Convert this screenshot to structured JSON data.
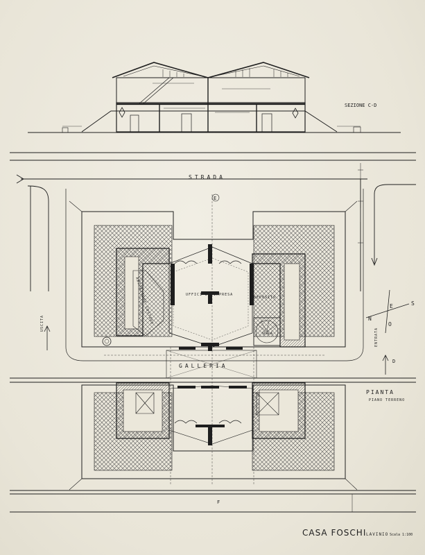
{
  "section": {
    "label": "SEZIONE C-D"
  },
  "plan": {
    "street": "STRADA",
    "gallery": "GALLERIA",
    "plan_title": "PIANTA",
    "plan_subtitle": "PIANO TERRENO",
    "rooms": {
      "offices": "UFFICI DI IMPRESA",
      "deposit": "DEPOSITO",
      "stair": "SCALA",
      "dwelling": "ABITAZIONE CUSTODE",
      "entrance": "ENTRATA",
      "exit": "USCITA"
    },
    "compass": {
      "n": "N",
      "e": "E",
      "s": "S",
      "o": "O"
    },
    "markers": {
      "top": "E",
      "bottom": "F",
      "right": "D"
    }
  },
  "title": {
    "name": "CASA FOSCHI",
    "place": "LAVINIO",
    "scale": "Scala 1:100"
  },
  "colors": {
    "ink": "#1e1e1e",
    "paper": "#ebe7da",
    "hatch": "#6a6a6a"
  }
}
